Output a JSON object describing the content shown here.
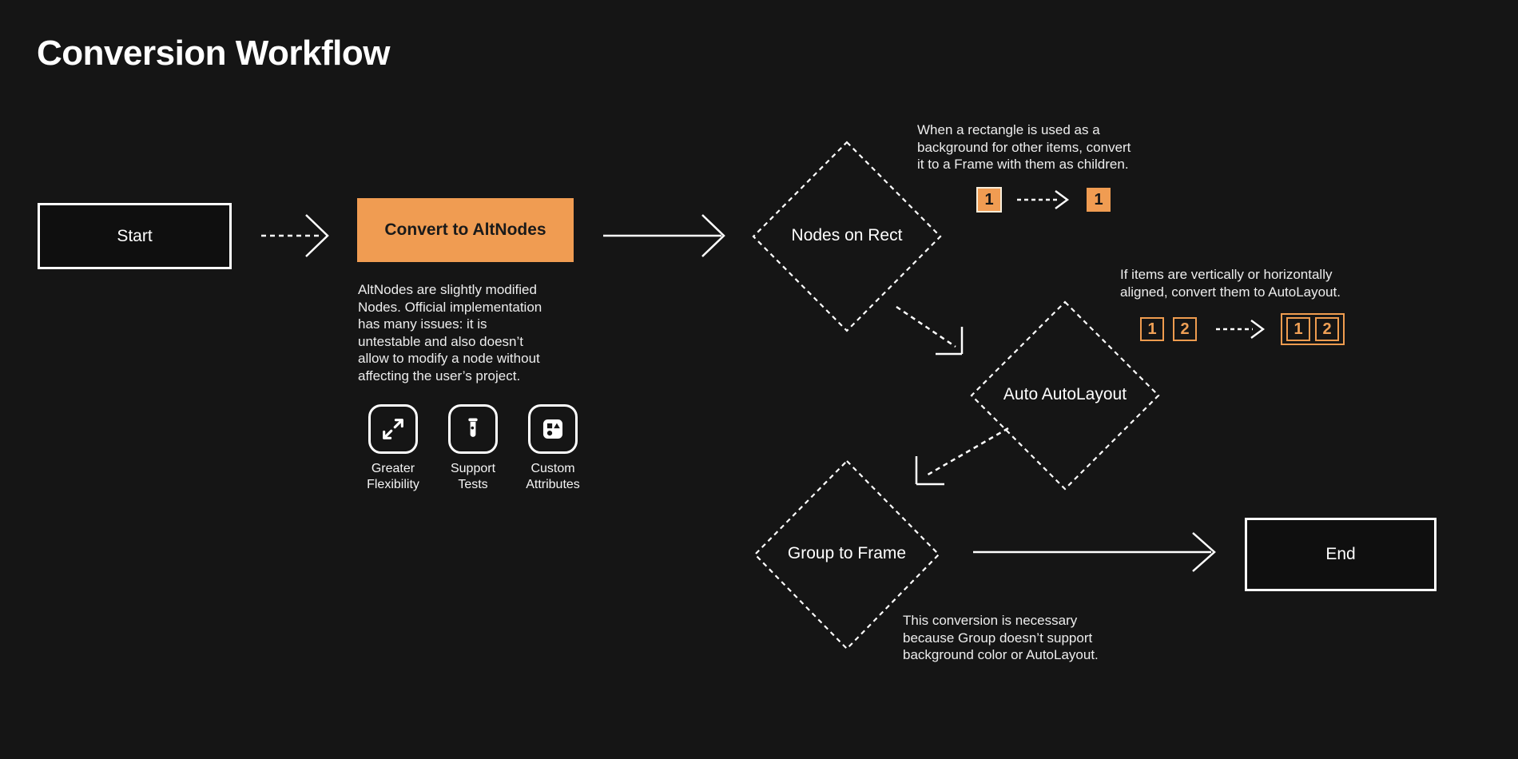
{
  "page": {
    "title": "Conversion Workflow",
    "background_color": "#151515",
    "accent_color": "#F09C52",
    "line_color": "#FFFFFF"
  },
  "nodes": {
    "start": {
      "label": "Start",
      "shape": "rectangle-outline"
    },
    "convert": {
      "label": "Convert to AltNodes",
      "shape": "rectangle-filled",
      "description": "AltNodes are slightly modified\nNodes. Official implementation\nhas many issues: it is\nuntestable and also doesn’t\nallow to modify a node without\naffecting the user’s project."
    },
    "nodes_on_rect": {
      "label": "Nodes on Rect",
      "shape": "diamond-dashed"
    },
    "auto_autolayout": {
      "label": "Auto AutoLayout",
      "shape": "diamond-dashed"
    },
    "group_to_frame": {
      "label": "Group to Frame",
      "shape": "diamond-dashed"
    },
    "end": {
      "label": "End",
      "shape": "rectangle-outline"
    }
  },
  "features": [
    {
      "icon": "expand-arrows-icon",
      "label": "Greater\nFlexibility"
    },
    {
      "icon": "test-tube-icon",
      "label": "Support\nTests"
    },
    {
      "icon": "shapes-icon",
      "label": "Custom\nAttributes"
    }
  ],
  "annotations": {
    "rect_to_frame": {
      "text": "When a rectangle is used as a\nbackground for other items, convert\nit to a Frame with them as children.",
      "before": [
        "1"
      ],
      "after": [
        "1"
      ]
    },
    "autolayout": {
      "text": "If items are vertically or horizontally\naligned, convert them to AutoLayout.",
      "before": [
        "1",
        "2"
      ],
      "after": [
        "1",
        "2"
      ]
    },
    "group_frame": {
      "text": "This conversion is necessary\nbecause Group doesn’t support\nbackground color or AutoLayout."
    }
  }
}
